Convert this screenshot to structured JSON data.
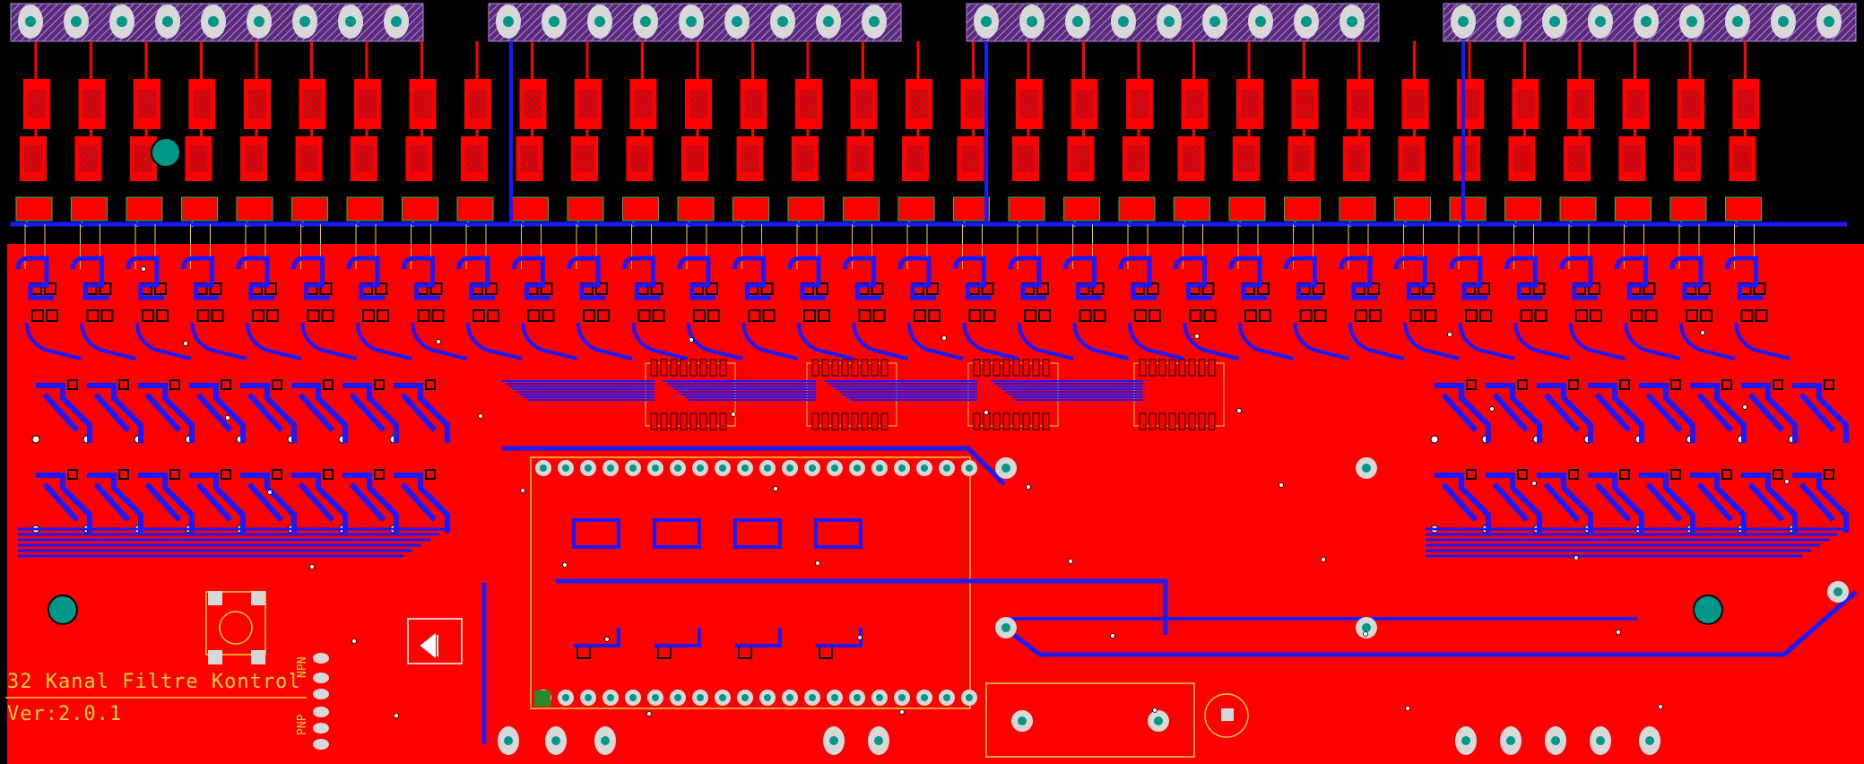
{
  "board": {
    "title": "32 Kanal Filtre Kontrol",
    "version": "Ver:2.0.1",
    "labels": {
      "npn": "NPN",
      "pnp": "PNP"
    }
  },
  "colors": {
    "background": "#000000",
    "top_copper": "#ff0000",
    "bottom_copper": "#1a1aff",
    "silkscreen": "#f0d040",
    "pad": "#d8d8d8",
    "drill": "#009688",
    "keepout": "#00c853"
  },
  "layout": {
    "connector_groups": 4,
    "pins_per_connector": 9,
    "channels": 32
  }
}
